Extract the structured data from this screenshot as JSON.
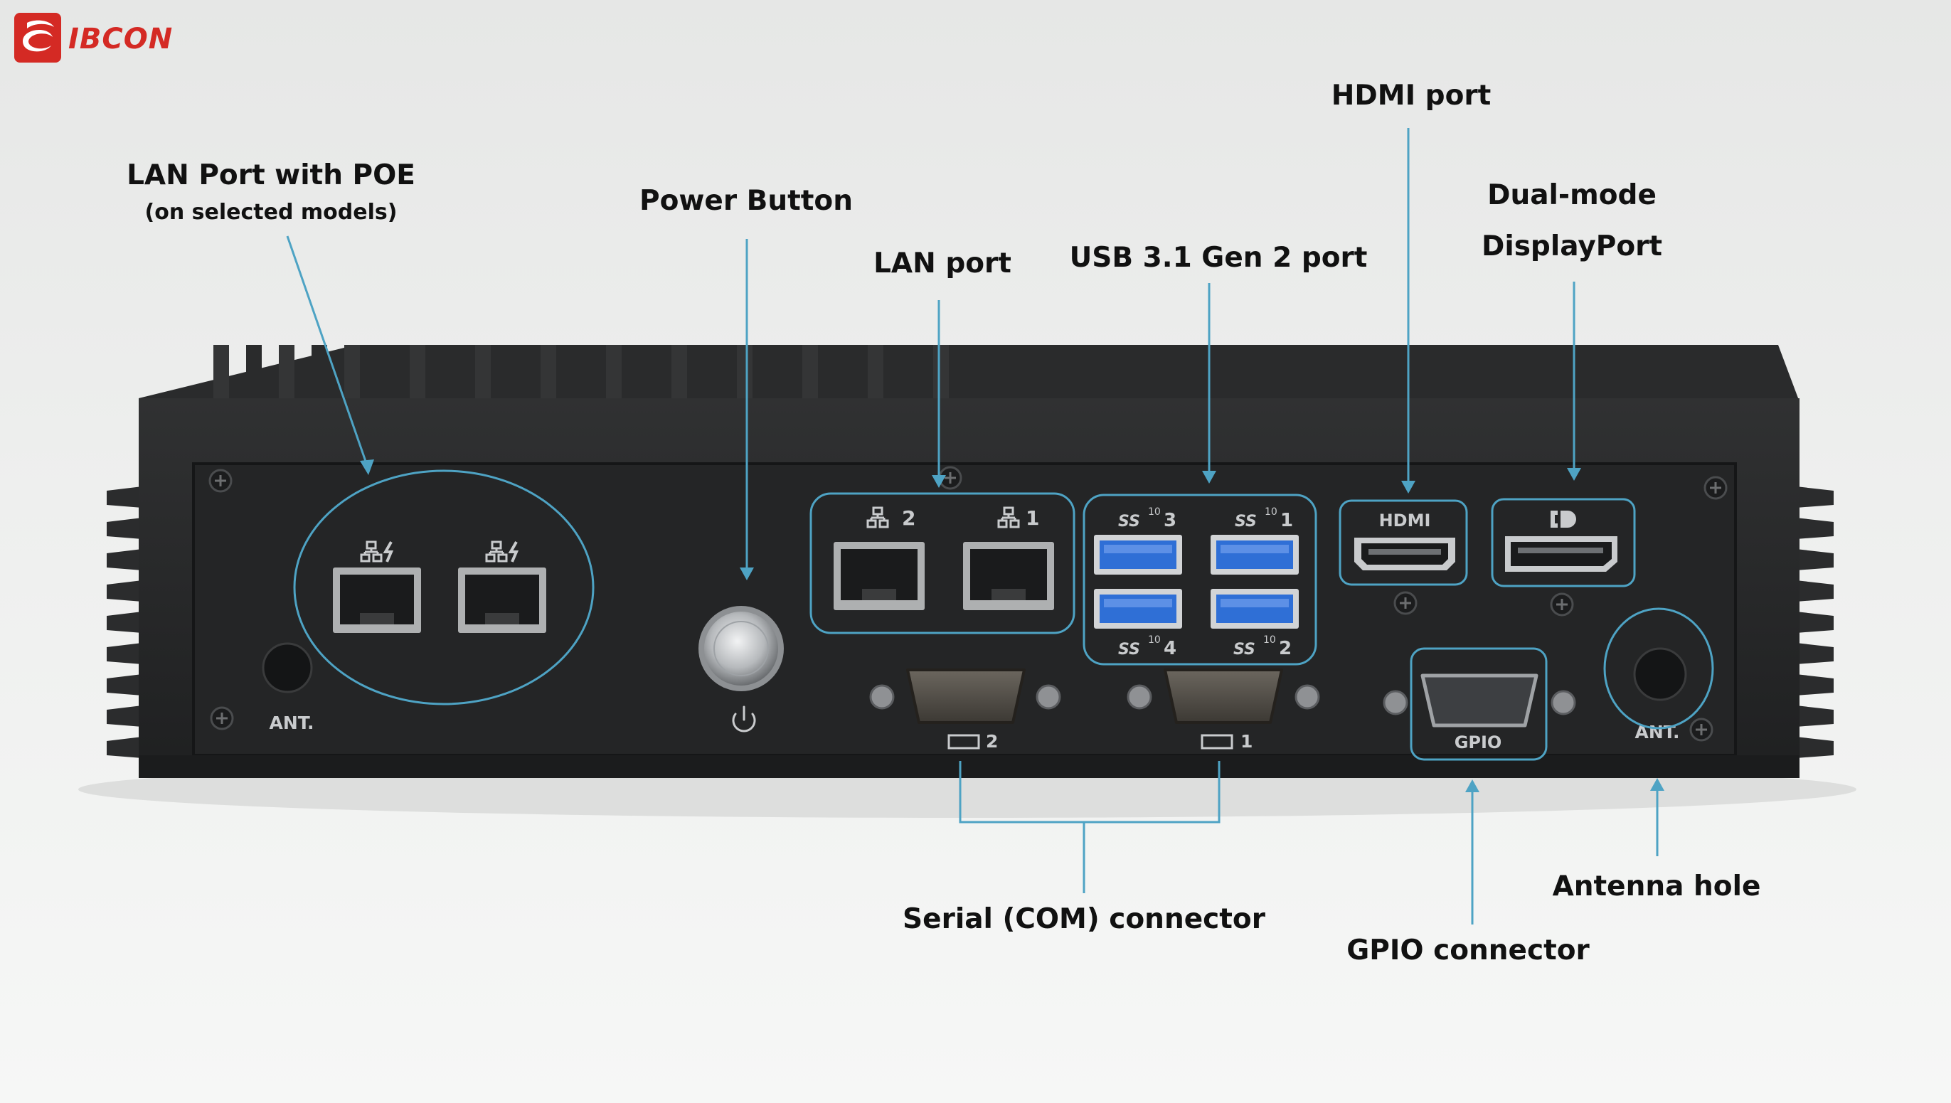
{
  "brand": {
    "name": "IBCON",
    "color": "#d42a24"
  },
  "callouts": {
    "lan_poe": "LAN Port with POE",
    "lan_poe_note": "(on selected models)",
    "power_button": "Power Button",
    "lan_port": "LAN port",
    "usb": "USB 3.1 Gen 2 port",
    "hdmi": "HDMI port",
    "dp_line1": "Dual-mode",
    "dp_line2": "DisplayPort",
    "serial": "Serial (COM) connector",
    "gpio": "GPIO connector",
    "antenna": "Antenna hole"
  },
  "panel_labels": {
    "ant_left": "ANT.",
    "ant_right": "ANT.",
    "lan2": "2",
    "lan1": "1",
    "usb3": "3",
    "usb1": "1",
    "usb4": "4",
    "usb2": "2",
    "hdmi": "HDMI",
    "gpio": "GPIO",
    "com2": "2",
    "com1": "1",
    "usb_logo": "SS",
    "usb_speed": "10"
  },
  "colors": {
    "callout_line": "#4ea3c4",
    "chassis": "#2b2c2d",
    "panel": "#262728",
    "usb_blue": "#2f6fd6"
  }
}
